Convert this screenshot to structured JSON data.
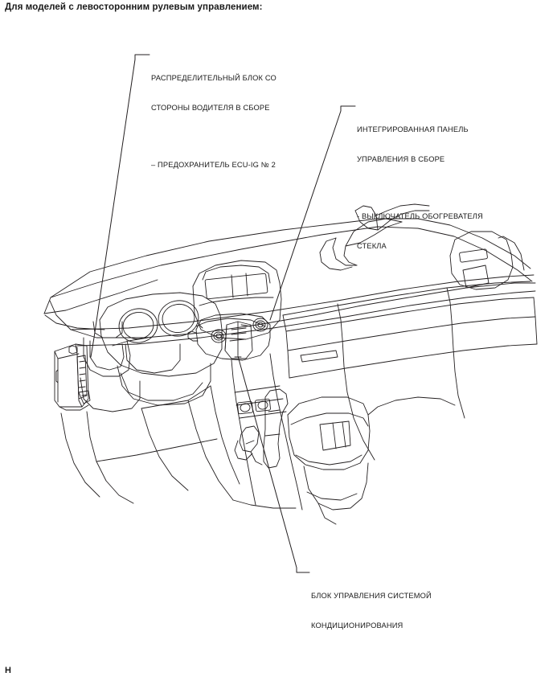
{
  "document": {
    "title": "Для моделей с левосторонним рулевым управлением:",
    "footer_mark": "H",
    "ink_color": "#1a1a1a",
    "background_color": "#ffffff"
  },
  "illustration": {
    "name": "vehicle-dashboard-line-drawing",
    "description": "Штриховой рисунок приборной панели автомобиля с левосторонним рулевым управлением",
    "line_color": "#231f20",
    "fill_color": "#ffffff"
  },
  "callouts": [
    {
      "id": "junction-block",
      "line1": "РАСПРЕДЕЛИТЕЛЬНЫЙ БЛОК СО",
      "line2": "СТОРОНЫ ВОДИТЕЛЯ В СБОРЕ",
      "sub1": "– ПРЕДОХРАНИТЕЛЬ ECU-IG № 2",
      "sub2": ""
    },
    {
      "id": "integration-panel",
      "line1": "ИНТЕГРИРОВАННАЯ ПАНЕЛЬ",
      "line2": "УПРАВЛЕНИЯ В СБОРЕ",
      "sub1": "- ВЫКЛЮЧАТЕЛЬ ОБОГРЕВАТЕЛЯ",
      "sub2": "СТЕКЛА"
    },
    {
      "id": "ac-amplifier",
      "line1": "БЛОК УПРАВЛЕНИЯ СИСТЕМОЙ",
      "line2": "КОНДИЦИОНИРОВАНИЯ",
      "sub1": "",
      "sub2": ""
    }
  ]
}
